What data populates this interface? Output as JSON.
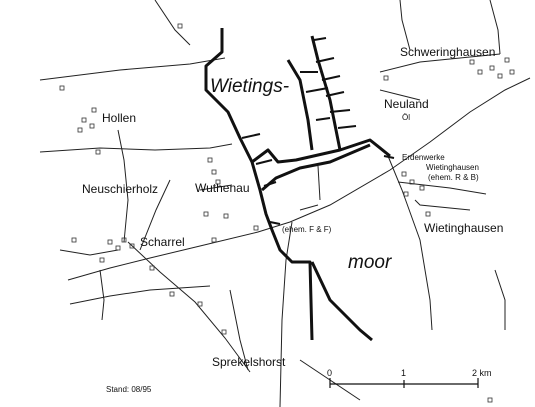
{
  "labels": {
    "region_left": "Wietings-",
    "region_right": "moor",
    "hollen": "Hollen",
    "neuschierholz": "Neuschierholz",
    "wuthenau": "Wuthenau",
    "scharrel": "Scharrel",
    "sprekelshorst": "Sprekelshorst",
    "schweringhausen": "Schweringhausen",
    "neuland": "Neuland",
    "oel": "Öl",
    "erdenwerke": "Erdenwerke",
    "wietinghausen_works": "Wietinghausen",
    "ehem_rb": "(ehem. R & B)",
    "ehem_ff": "(ehem. F & F)",
    "wietinghausen": "Wietinghausen",
    "stand": "Stand: 08/95"
  },
  "scale": {
    "ticks": [
      "0",
      "1",
      "2 km"
    ]
  }
}
